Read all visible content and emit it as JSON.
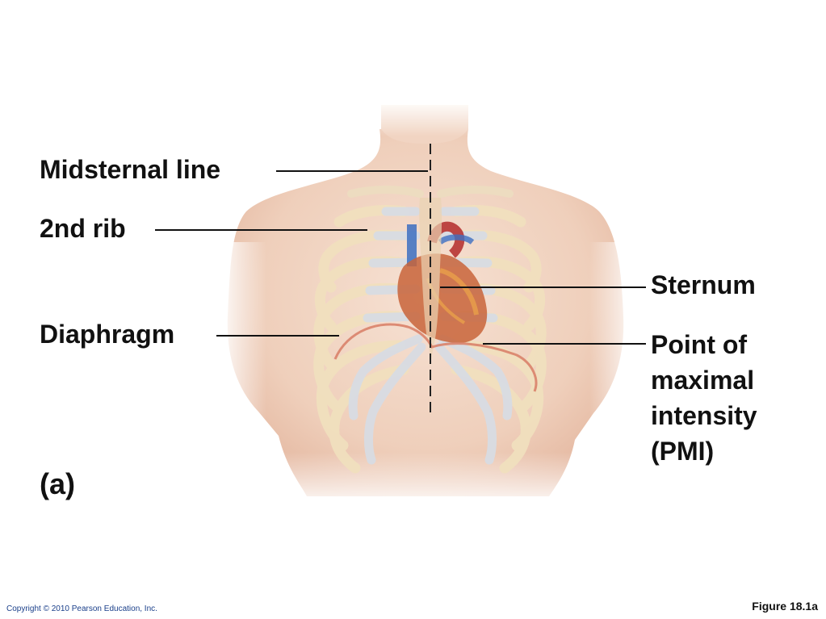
{
  "labels": {
    "midsternal_line": "Midsternal line",
    "second_rib": "2nd rib",
    "diaphragm": "Diaphragm",
    "sternum": "Sternum",
    "pmi_lines": [
      "Point of",
      "maximal",
      "intensity",
      "(PMI)"
    ],
    "panel": "(a)"
  },
  "footer": {
    "copyright": "Copyright © 2010 Pearson Education, Inc.",
    "figure": "Figure 18.1a"
  },
  "colors": {
    "skin": "#f3d6c4",
    "skin_shadow": "#e7bba3",
    "rib": "#f2e2c2",
    "cartilage": "#d9dde3",
    "heart": "#c8643a",
    "vein": "#3d6fc2",
    "artery": "#b32a2a",
    "diaphragm": "#d9826a",
    "leader": "#111111",
    "copyright_text": "#1a3f8a"
  }
}
